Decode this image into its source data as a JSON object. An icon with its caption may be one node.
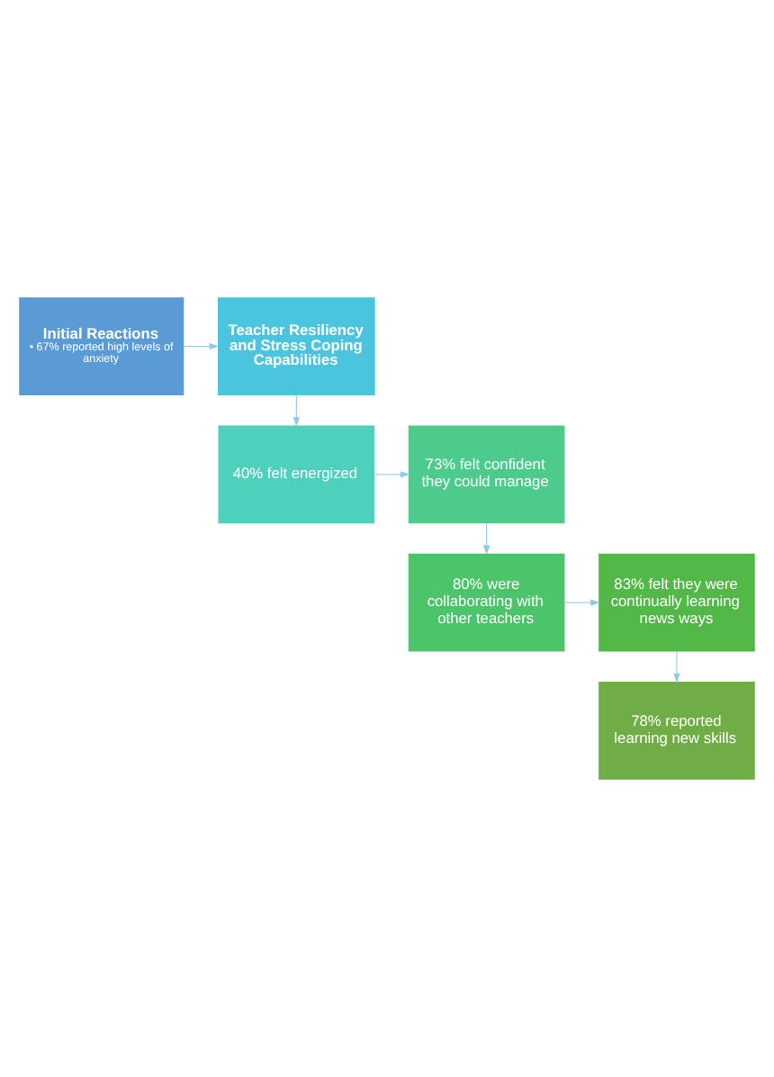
{
  "diagram": {
    "nodes": [
      {
        "text": [
          "Initial Reactions",
          "• 67% reported high levels of anxiety"
        ]
      },
      {
        "text": [
          "Teacher Resiliency and Stress Coping Capabilities"
        ]
      },
      {
        "text": [
          "40% felt energized"
        ]
      },
      {
        "text": [
          "73% felt confident they could manage"
        ]
      },
      {
        "text": [
          "80% were collaborating with other teachers"
        ]
      },
      {
        "text": [
          "83% felt they were continually learning news ways"
        ]
      },
      {
        "text": [
          "78% reported learning new skills"
        ]
      }
    ],
    "edges": [
      {
        "from": 0,
        "to": 1,
        "arrow": "to"
      },
      {
        "from": 1,
        "to": 2,
        "arrow": "to"
      },
      {
        "from": 2,
        "to": 3,
        "arrow": "to"
      },
      {
        "from": 3,
        "to": 4,
        "arrow": "to"
      },
      {
        "from": 4,
        "to": 5,
        "arrow": "to"
      },
      {
        "from": 5,
        "to": 6,
        "arrow": "to"
      }
    ]
  }
}
